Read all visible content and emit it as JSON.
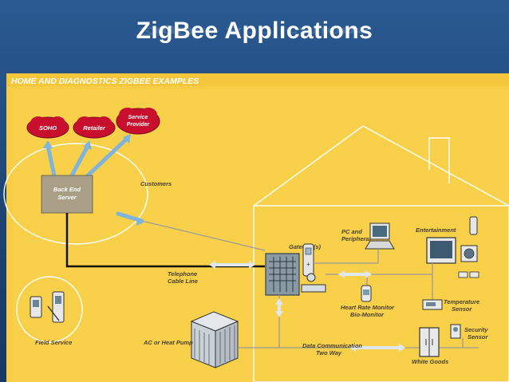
{
  "slide": {
    "title": "ZigBee Applications"
  },
  "diagram": {
    "header": "HOME AND DIAGNOSTICS ZIGBEE EXAMPLES",
    "clouds": {
      "soho": "SOHO",
      "retailer": "Retailer",
      "provider_line1": "Service",
      "provider_line2": "Provider"
    },
    "server": {
      "line1": "Back End",
      "line2": "Server"
    },
    "customers": "Customers",
    "telephone": {
      "line1": "Telephone",
      "line2": "Cable Line"
    },
    "gateway": "Gateway(s)",
    "pc": {
      "line1": "PC and",
      "line2": "Peripheral"
    },
    "entertainment": "Entertainment",
    "temperature": {
      "line1": "Temperature",
      "line2": "Sensor"
    },
    "security": {
      "line1": "Security",
      "line2": "Sensor"
    },
    "heart": {
      "line1": "Heart Rate Monitor",
      "line2": "Bio-Monitor"
    },
    "field_service": "Field Service",
    "ac": "AC or Heat Pump",
    "datacomm": {
      "line1": "Data Communication",
      "line2": "Two Way"
    },
    "white_goods": "White Goods"
  },
  "colors": {
    "background": "#1d4474",
    "panel": "#f6cd45",
    "panel_inner": "#f8d04a",
    "cloud": "#c8102e",
    "arrow_blue": "#7fb4dc"
  }
}
